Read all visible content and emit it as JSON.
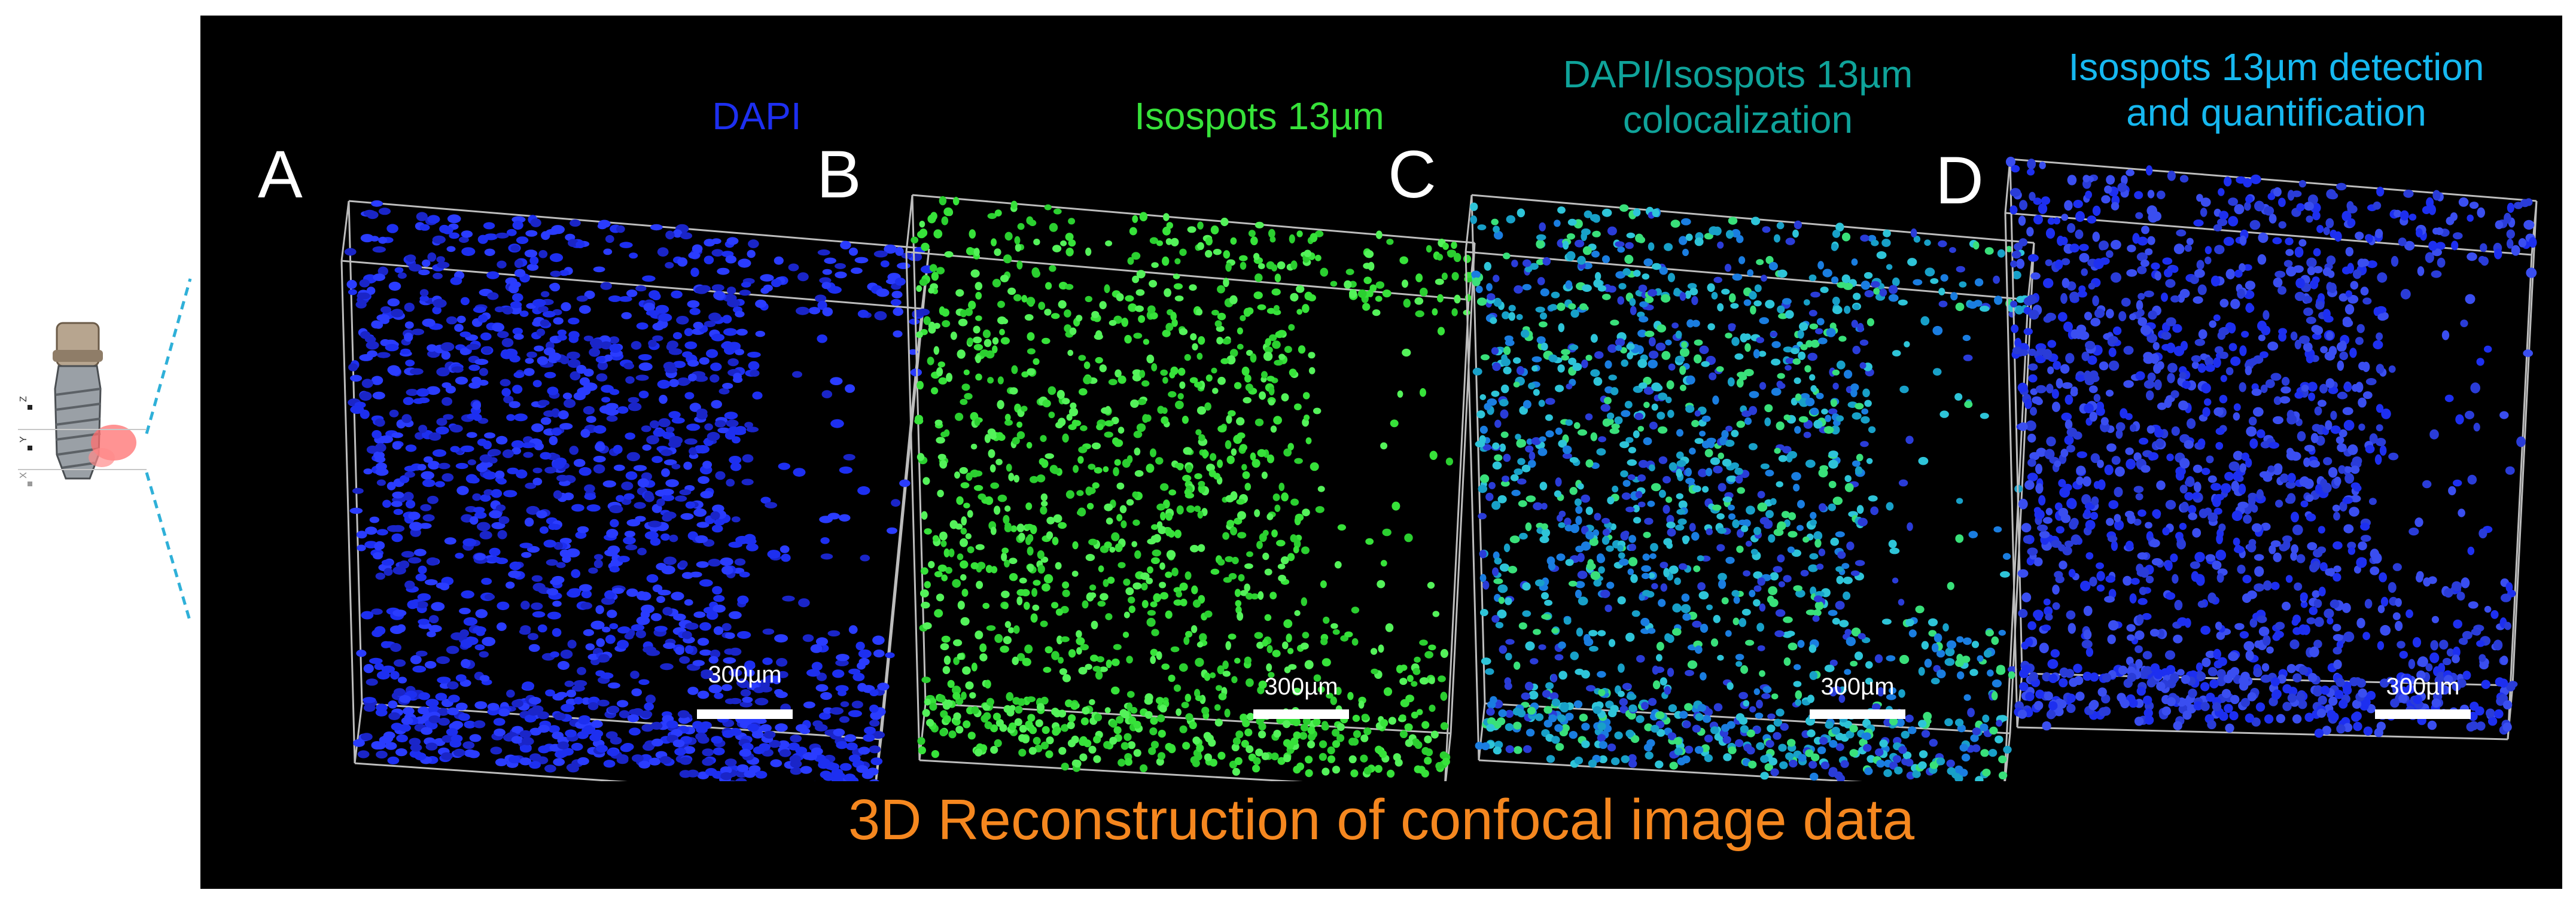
{
  "colors": {
    "background": "#000000",
    "dapi": "#1d2ff0",
    "isospots": "#37e23a",
    "coloc": "#0fa39a",
    "detection": "#16b8f0",
    "caption": "#f5871f"
  },
  "inset": {
    "axis_labels": [
      "Z",
      "Y",
      "X"
    ]
  },
  "panels": [
    {
      "letter": "A",
      "title_lines": [
        "DAPI"
      ],
      "scale_label": "300µm",
      "channel": "dapi"
    },
    {
      "letter": "B",
      "title_lines": [
        "Isospots 13µm"
      ],
      "scale_label": "300µm",
      "channel": "isospots"
    },
    {
      "letter": "C",
      "title_lines": [
        "DAPI/Isospots 13µm",
        "colocalization"
      ],
      "scale_label": "300µm",
      "channel": "coloc"
    },
    {
      "letter": "D",
      "title_lines": [
        "Isospots 13µm detection",
        "and quantification"
      ],
      "scale_label": "300µm",
      "channel": "detection"
    }
  ],
  "caption": "3D Reconstruction of confocal image data"
}
